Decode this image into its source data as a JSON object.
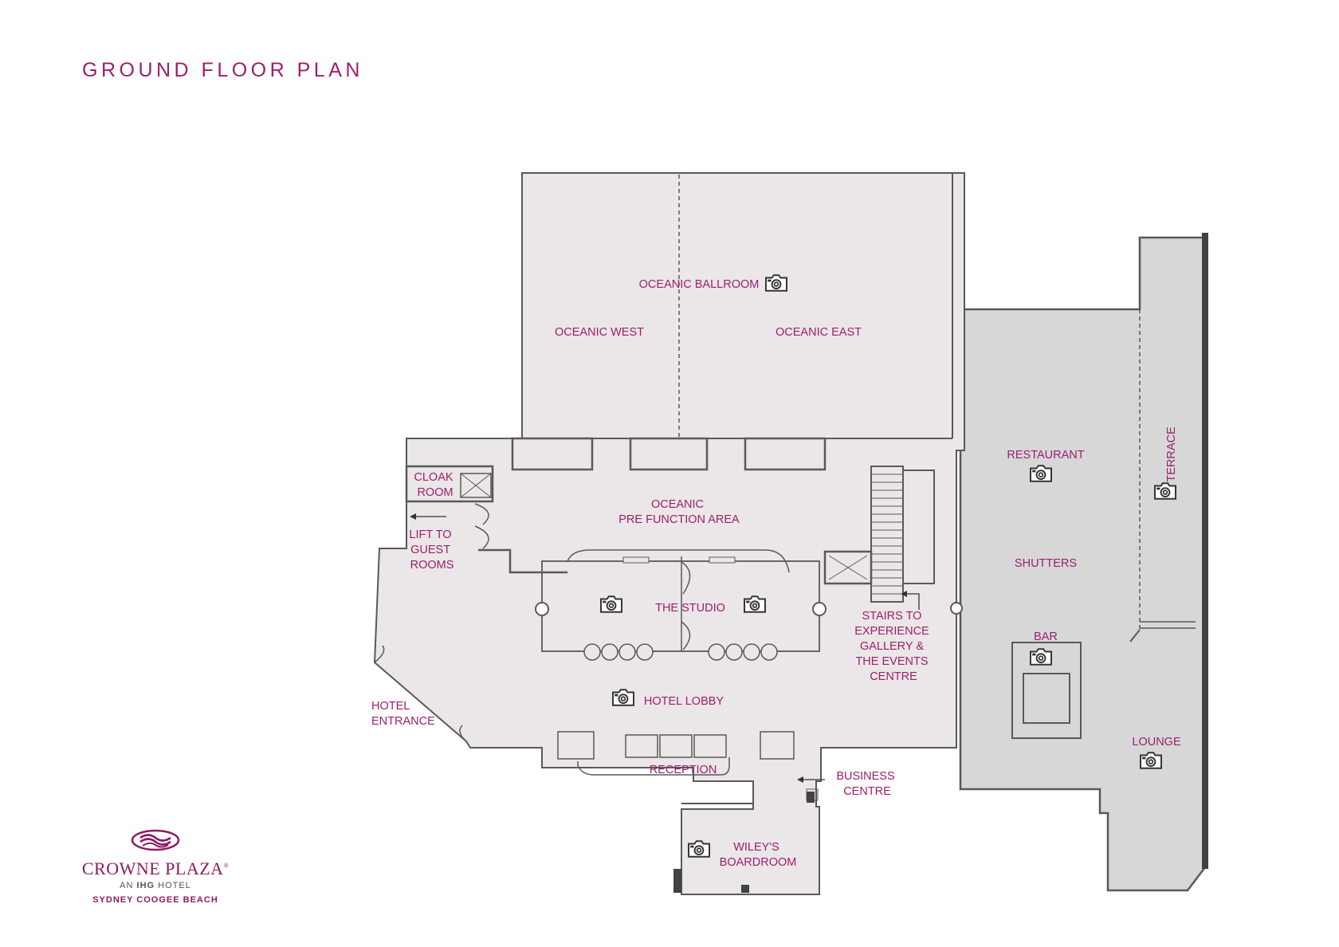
{
  "title": "GROUND FLOOR PLAN",
  "colors": {
    "title": "#9b1f6e",
    "label": "#9b1f6e",
    "room_fill": "#ebe6e7",
    "restaurant_fill": "#d7d7d8",
    "wall": "#58595b"
  },
  "rooms": {
    "oceanic_ballroom": "OCEANIC BALLROOM",
    "oceanic_west": "OCEANIC WEST",
    "oceanic_east": "OCEANIC EAST",
    "cloak_room": [
      "CLOAK",
      "ROOM"
    ],
    "lift": [
      "LIFT TO",
      "GUEST",
      "ROOMS"
    ],
    "prefunction": [
      "OCEANIC",
      "PRE FUNCTION AREA"
    ],
    "studio": "THE STUDIO",
    "stairs": [
      "STAIRS TO",
      "EXPERIENCE",
      "GALLERY &",
      "THE EVENTS",
      "CENTRE"
    ],
    "hotel_entrance": [
      "HOTEL",
      "ENTRANCE"
    ],
    "hotel_lobby": "HOTEL LOBBY",
    "reception": "RECEPTION",
    "business_centre": [
      "BUSINESS",
      "CENTRE"
    ],
    "boardroom": [
      "WILEY'S",
      "BOARDROOM"
    ],
    "restaurant": "RESTAURANT",
    "shutters": "SHUTTERS",
    "bar": "BAR",
    "lounge": "LOUNGE",
    "terrace": "TERRACE"
  },
  "icons": {
    "camera": "camera-icon",
    "logo": "crowne-plaza-logo-icon"
  },
  "logo": {
    "brand": "CROWNE PLAZA",
    "registered": "®",
    "tagline_prefix": "AN ",
    "tagline_brand": "IHG",
    "tagline_suffix": " HOTEL",
    "location": "SYDNEY COOGEE BEACH"
  }
}
